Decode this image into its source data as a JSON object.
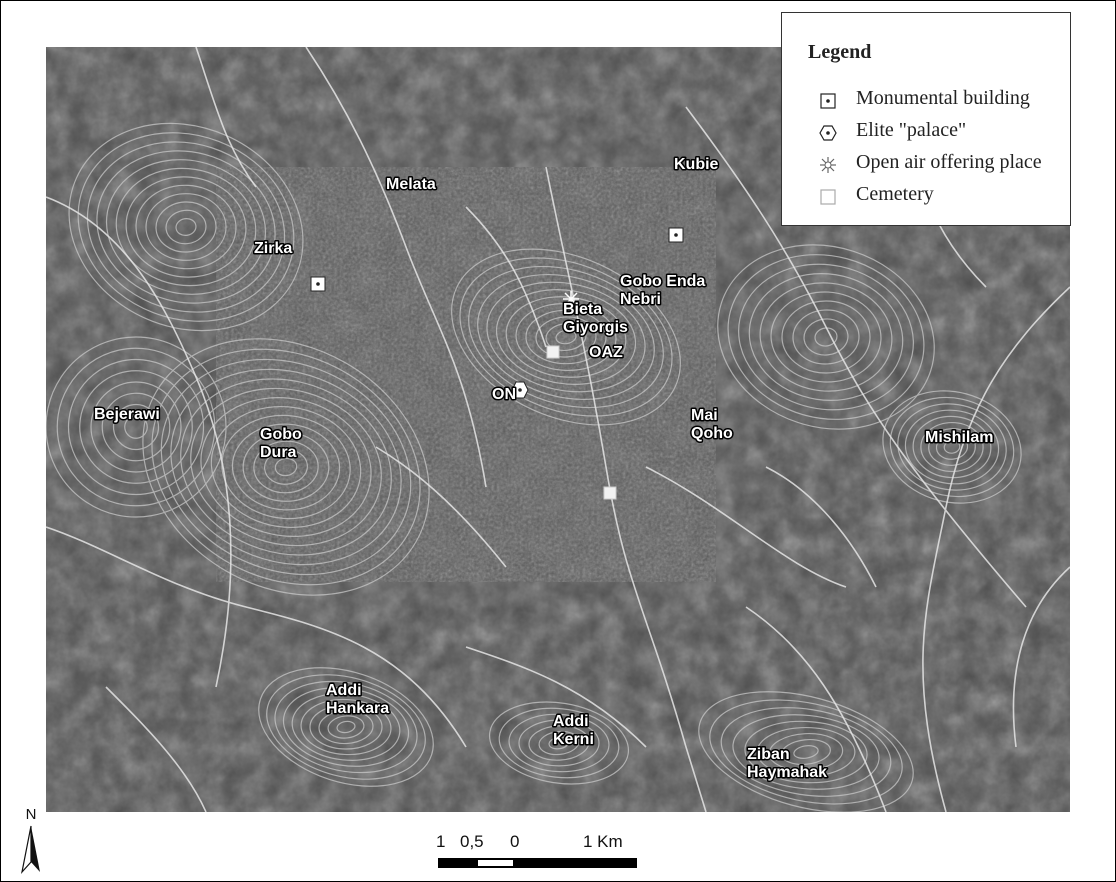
{
  "map": {
    "places": [
      {
        "name": "melata",
        "lines": [
          "Melata"
        ]
      },
      {
        "name": "kubie",
        "lines": [
          "Kubie"
        ]
      },
      {
        "name": "zirka",
        "lines": [
          "Zirka"
        ]
      },
      {
        "name": "gobo-enda-nebri",
        "lines": [
          "Gobo Enda",
          "Nebri"
        ]
      },
      {
        "name": "bieta-giyorgis",
        "lines": [
          "Bieta",
          "Giyorgis"
        ]
      },
      {
        "name": "oaz",
        "lines": [
          "OAZ"
        ]
      },
      {
        "name": "on",
        "lines": [
          "ON"
        ]
      },
      {
        "name": "bejerawi",
        "lines": [
          "Bejerawi"
        ]
      },
      {
        "name": "gobo-dura",
        "lines": [
          "Gobo",
          "Dura"
        ]
      },
      {
        "name": "mai-qoho",
        "lines": [
          "Mai",
          "Qoho"
        ]
      },
      {
        "name": "mishilam",
        "lines": [
          "Mishilam"
        ]
      },
      {
        "name": "addi-hankara",
        "lines": [
          "Addi",
          "Hankara"
        ]
      },
      {
        "name": "addi-kerni",
        "lines": [
          "Addi",
          "Kerni"
        ]
      },
      {
        "name": "ziban-haymahak",
        "lines": [
          "Ziban",
          "Haymahak"
        ]
      }
    ],
    "symbols": [
      {
        "name": "monumental-building-marker",
        "kind": "monumental"
      },
      {
        "name": "monumental-building-marker",
        "kind": "monumental"
      },
      {
        "name": "open-air-offering-marker",
        "kind": "offering"
      },
      {
        "name": "cemetery-marker",
        "kind": "cemetery"
      },
      {
        "name": "elite-palace-marker",
        "kind": "palace"
      },
      {
        "name": "cemetery-marker",
        "kind": "cemetery"
      }
    ]
  },
  "legend": {
    "title": "Legend",
    "items": [
      {
        "label": "Monumental building",
        "symbol": "monumental"
      },
      {
        "label": "Elite \"palace\"",
        "symbol": "palace"
      },
      {
        "label": "Open air offering place",
        "symbol": "offering"
      },
      {
        "label": "Cemetery",
        "symbol": "cemetery"
      }
    ]
  },
  "north_arrow": {
    "label": "N"
  },
  "scale_bar": {
    "labels": [
      "1",
      "0,5",
      "0",
      "1 Km"
    ]
  }
}
